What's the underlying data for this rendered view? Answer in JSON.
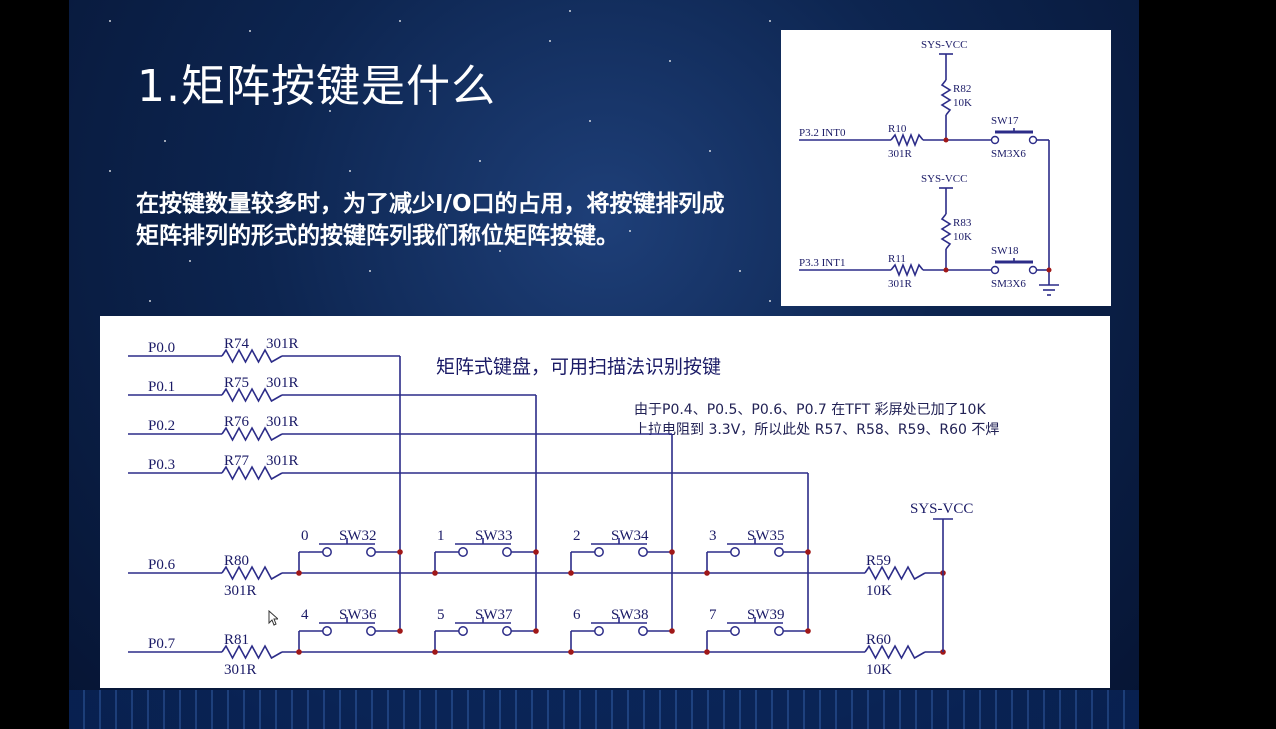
{
  "slide": {
    "title": "1.矩阵按键是什么",
    "description": "在按键数量较多时，为了减少I/O口的占用，将按键排列成矩阵排列的形式的按键阵列我们称位矩阵按键。"
  },
  "top_schematic": {
    "vcc_label": "SYS-VCC",
    "rows": [
      {
        "pin": "P3.2  INT0",
        "pullup": "R82",
        "pullup_value": "10K",
        "series": "R10",
        "series_value": "301R",
        "switch": "SW17",
        "switch_type": "SM3X6"
      },
      {
        "pin": "P3.3  INT1",
        "pullup": "R83",
        "pullup_value": "10K",
        "series": "R11",
        "series_value": "301R",
        "switch": "SW18",
        "switch_type": "SM3X6"
      }
    ]
  },
  "bottom_schematic": {
    "heading": "矩阵式键盘，可用扫描法识别按键",
    "note_line1": "由于P0.4、P0.5、P0.6、P0.7 在TFT 彩屏处已加了10K",
    "note_line2": "上拉电阻到 3.3V，所以此处 R57、R58、R59、R60 不焊",
    "vcc_label": "SYS-VCC",
    "columns": [
      {
        "pin": "P0.0",
        "resistor": "R74",
        "value": "301R"
      },
      {
        "pin": "P0.1",
        "resistor": "R75",
        "value": "301R"
      },
      {
        "pin": "P0.2",
        "resistor": "R76",
        "value": "301R"
      },
      {
        "pin": "P0.3",
        "resistor": "R77",
        "value": "301R"
      }
    ],
    "rows": [
      {
        "pin": "P0.6",
        "resistor": "R80",
        "value": "301R",
        "pullup": "R59",
        "pullup_value": "10K"
      },
      {
        "pin": "P0.7",
        "resistor": "R81",
        "value": "301R",
        "pullup": "R60",
        "pullup_value": "10K"
      }
    ],
    "keys": [
      {
        "num": "0",
        "sw": "SW32"
      },
      {
        "num": "1",
        "sw": "SW33"
      },
      {
        "num": "2",
        "sw": "SW34"
      },
      {
        "num": "3",
        "sw": "SW35"
      },
      {
        "num": "4",
        "sw": "SW36"
      },
      {
        "num": "5",
        "sw": "SW37"
      },
      {
        "num": "6",
        "sw": "SW38"
      },
      {
        "num": "7",
        "sw": "SW39"
      }
    ]
  }
}
